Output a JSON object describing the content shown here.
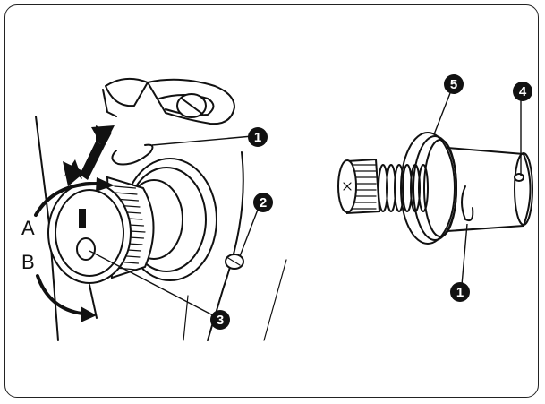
{
  "callouts": [
    {
      "id": "thread-guide",
      "label": "1"
    },
    {
      "id": "setscrew",
      "label": "2"
    },
    {
      "id": "dial-hole",
      "label": "3"
    },
    {
      "id": "shaft-screw",
      "label": "4"
    },
    {
      "id": "tension-spring",
      "label": "5"
    },
    {
      "id": "thread-guide-detail",
      "label": "1"
    }
  ],
  "directions": {
    "a": "A",
    "b": "B"
  }
}
